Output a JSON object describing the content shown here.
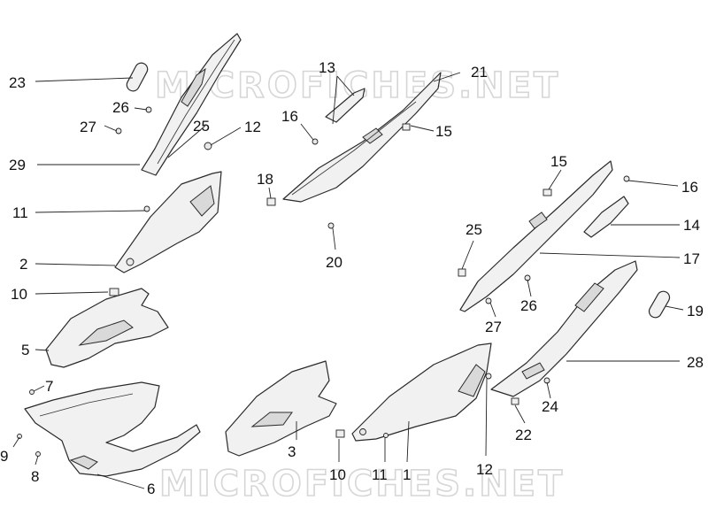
{
  "watermark": {
    "text": "MICROFICHES.NET"
  },
  "callouts": {
    "c1": "1",
    "c2": "2",
    "c3": "3",
    "c5": "5",
    "c6": "6",
    "c7": "7",
    "c8": "8",
    "c9": "9",
    "c10a": "10",
    "c10b": "10",
    "c11a": "11",
    "c11b": "11",
    "c12a": "12",
    "c12b": "12",
    "c13": "13",
    "c14": "14",
    "c15a": "15",
    "c15b": "15",
    "c16a": "16",
    "c16b": "16",
    "c17": "17",
    "c18": "18",
    "c19": "19",
    "c20": "20",
    "c21": "21",
    "c22": "22",
    "c23": "23",
    "c24": "24",
    "c25a": "25",
    "c25b": "25",
    "c26a": "26",
    "c26b": "26",
    "c27a": "27",
    "c27b": "27",
    "c28": "28",
    "c29": "29"
  }
}
